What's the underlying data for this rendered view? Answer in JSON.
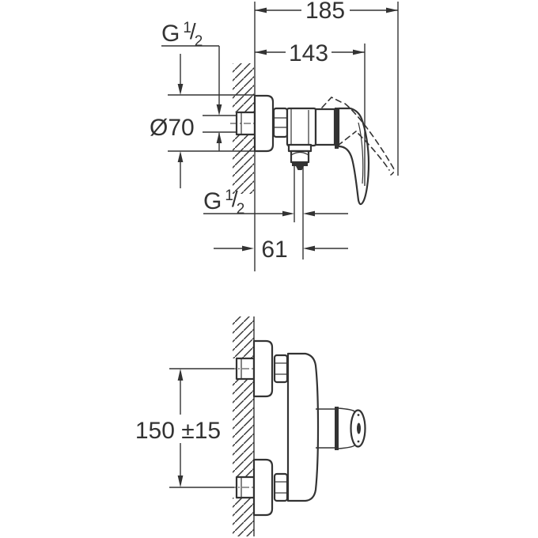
{
  "colors": {
    "line": "#333333",
    "background": "#ffffff"
  },
  "top_view": {
    "dim_width_total": "185",
    "dim_width_to_lever": "143",
    "dim_inlet_thread": {
      "letter": "G",
      "numerator": "1",
      "slash": "/",
      "denominator": "2"
    },
    "dim_flange_diameter": "Ø70",
    "dim_outlet_thread": {
      "letter": "G",
      "numerator": "1",
      "slash": "/",
      "denominator": "2"
    },
    "dim_outlet_offset": "61"
  },
  "front_view": {
    "dim_connection_centers": "150 ±15"
  }
}
